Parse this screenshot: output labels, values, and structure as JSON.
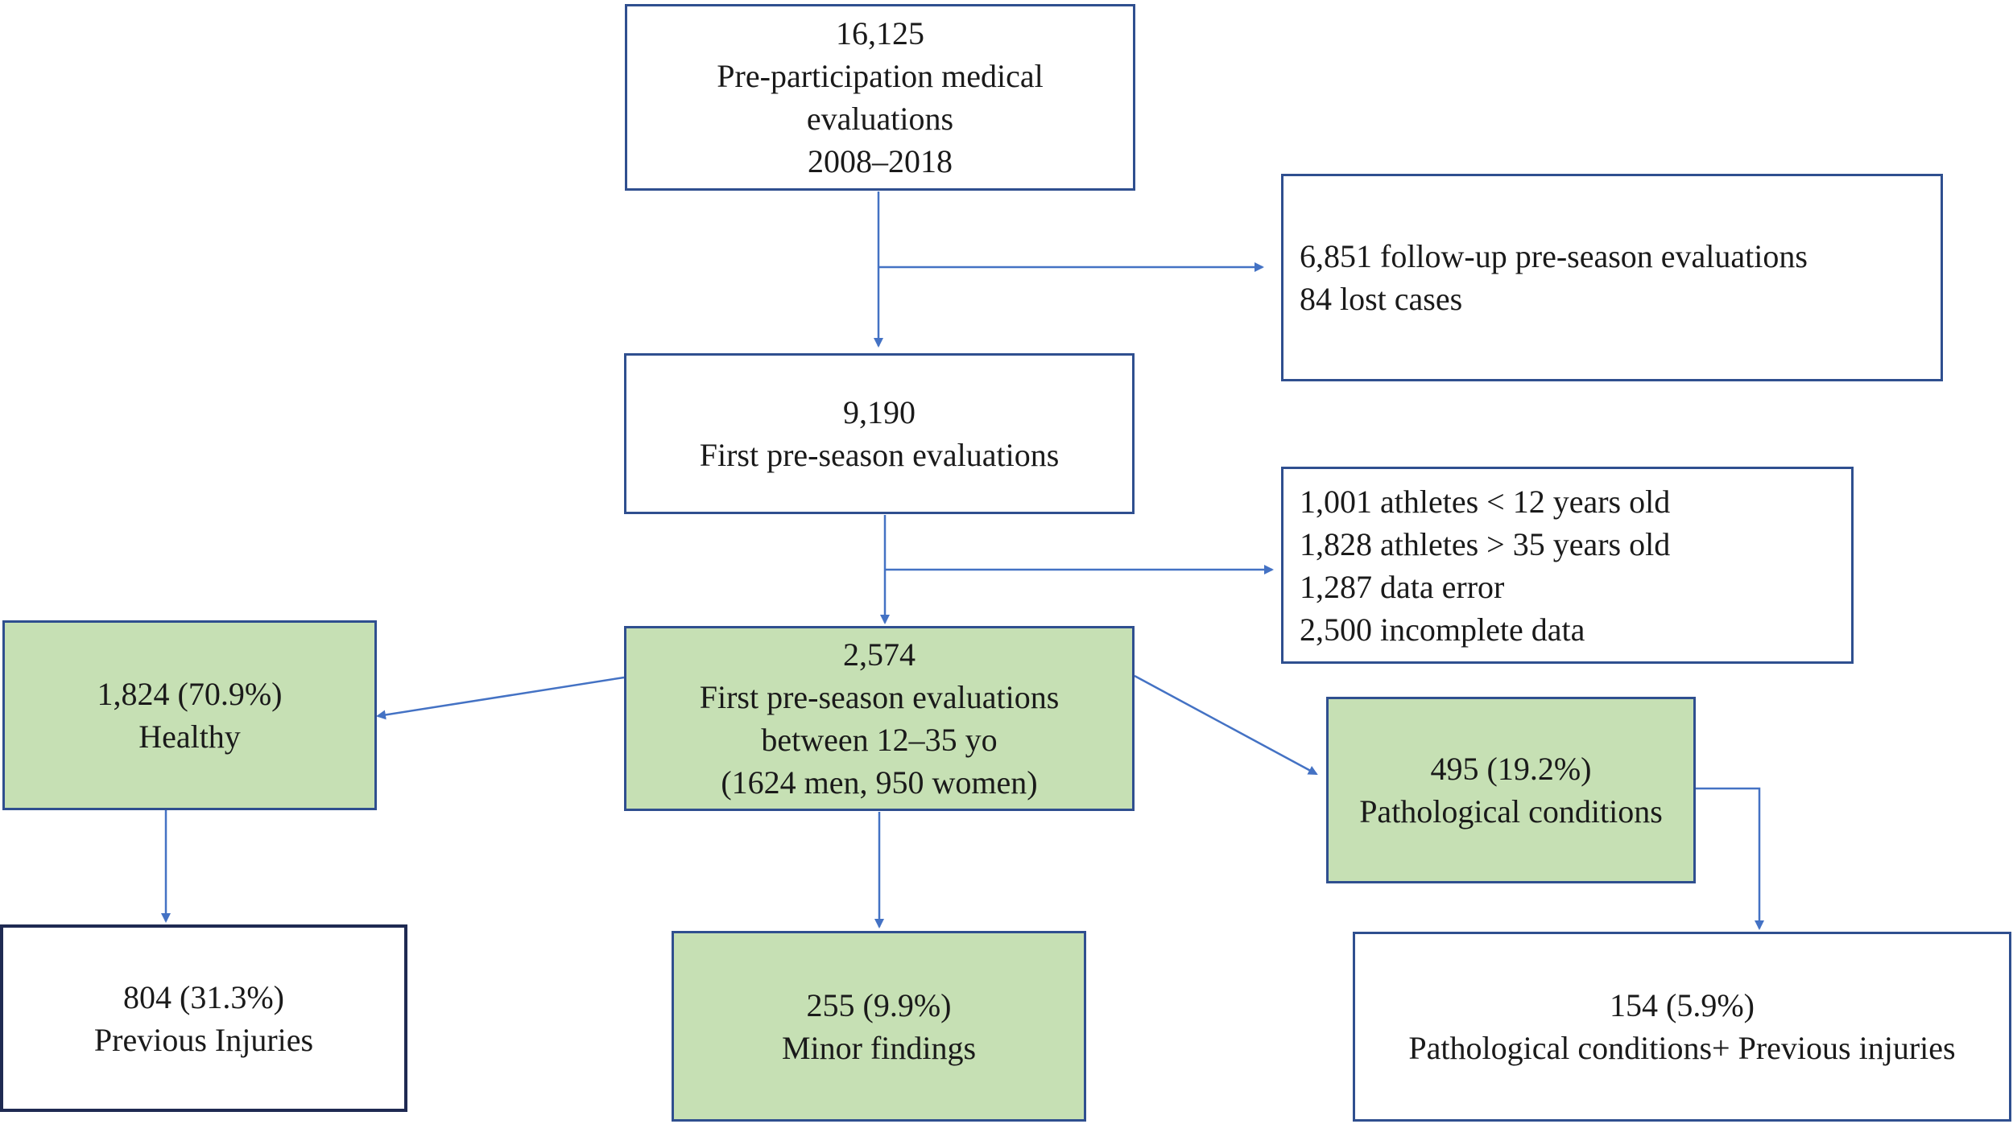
{
  "boxes": {
    "pre_participation": {
      "lines": [
        "16,125",
        "Pre-participation medical",
        "evaluations",
        "2008–2018"
      ]
    },
    "follow_up": {
      "lines": [
        "6,851  follow-up pre-season evaluations",
        "84 lost cases"
      ]
    },
    "first_pre_season": {
      "lines": [
        "9,190",
        "First pre-season evaluations"
      ]
    },
    "exclusions": {
      "lines": [
        "1,001 athletes < 12 years old",
        "1,828 athletes > 35 years old",
        "1,287 data error",
        "2,500 incomplete data"
      ]
    },
    "between_12_35": {
      "lines": [
        "2,574",
        "First pre-season evaluations",
        "between 12–35 yo",
        "(1624 men, 950 women)"
      ]
    },
    "healthy": {
      "lines": [
        "1,824 (70.9%)",
        "Healthy"
      ]
    },
    "pathological": {
      "lines": [
        "495 (19.2%)",
        "Pathological conditions"
      ]
    },
    "previous_injuries": {
      "lines": [
        "804 (31.3%)",
        "Previous Injuries"
      ]
    },
    "minor_findings": {
      "lines": [
        "255 (9.9%)",
        "Minor findings"
      ]
    },
    "pathological_plus_injuries": {
      "lines": [
        "154 (5.9%)",
        "Pathological conditions+ Previous injuries"
      ]
    }
  },
  "colors": {
    "box_border": "#2f4f8f",
    "green_fill": "#c6e0b4",
    "arrow": "#4472c4"
  }
}
